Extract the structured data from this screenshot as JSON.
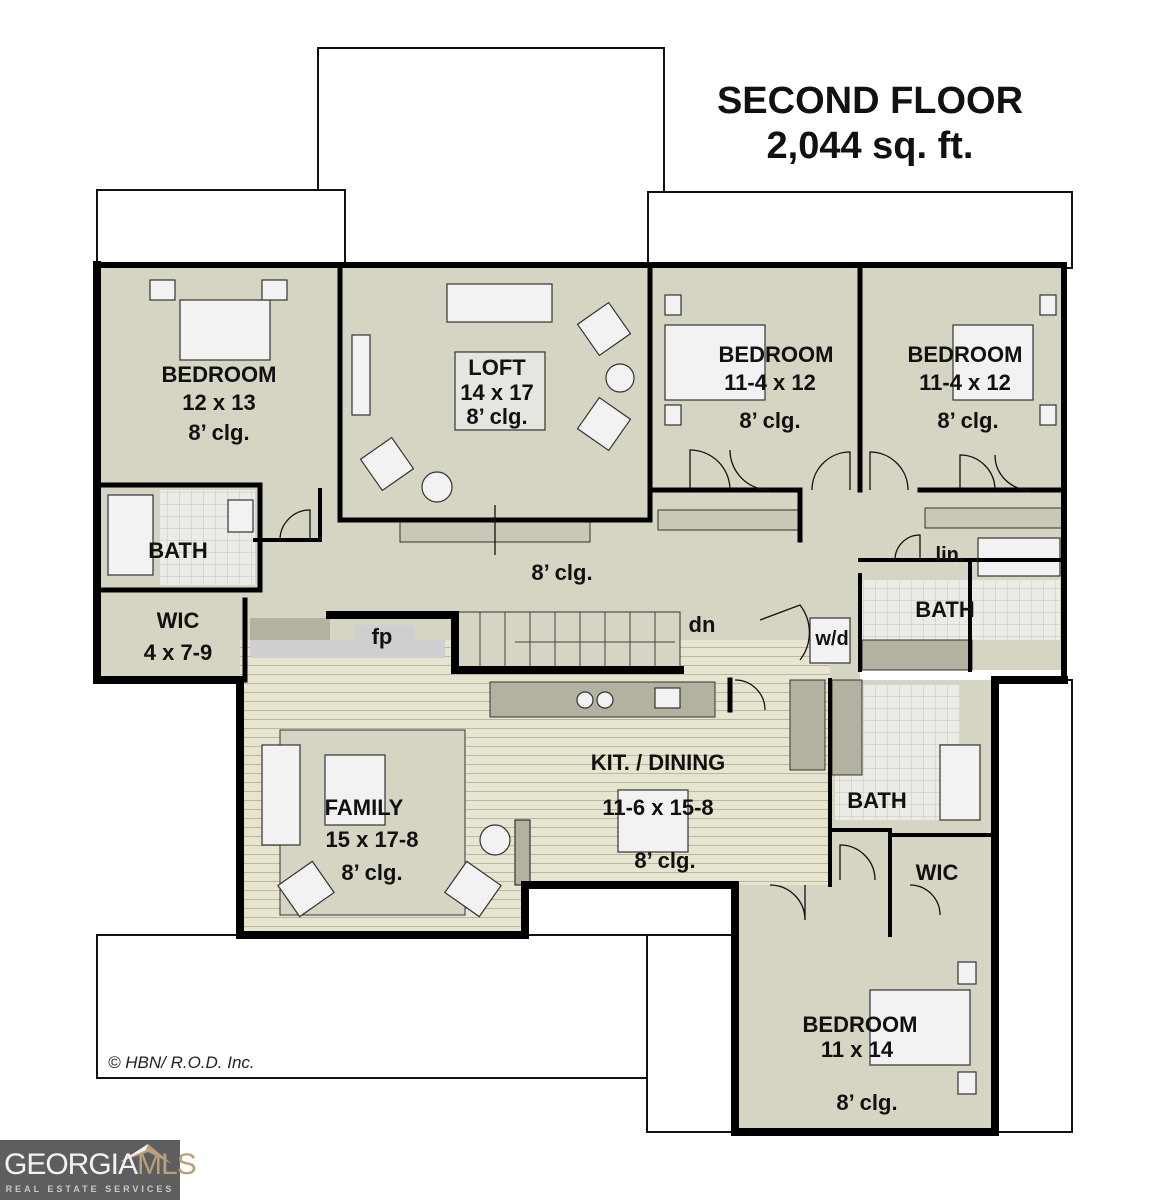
{
  "title": {
    "line1": "SECOND FLOOR",
    "line2": "2,044 sq. ft."
  },
  "colors": {
    "room": "#d6d4c3",
    "hardwood": "#e7e4d0",
    "wall": "#000000",
    "tile": "#e9e9e4",
    "counter": "#b3b19f"
  },
  "rooms": {
    "bedroom_master": {
      "name": "BEDROOM",
      "size": "12 x 13",
      "ceiling": "8’ clg."
    },
    "loft": {
      "name": "LOFT",
      "size": "14 x 17",
      "ceiling": "8’ clg."
    },
    "bedroom_2": {
      "name": "BEDROOM",
      "size": "11-4 x 12",
      "ceiling": "8’ clg."
    },
    "bedroom_3": {
      "name": "BEDROOM",
      "size": "11-4 x 12",
      "ceiling": "8’ clg."
    },
    "bath_left": {
      "name": "BATH"
    },
    "wic_left": {
      "name": "WIC",
      "size": "4 x 7-9"
    },
    "hall": {
      "ceiling": "8’ clg."
    },
    "linen": {
      "name": "lin."
    },
    "bath_upper_right": {
      "name": "BATH"
    },
    "laundry": {
      "name": "w/d"
    },
    "stairs": {
      "label": "dn"
    },
    "fireplace": {
      "name": "fp"
    },
    "kitchen_dining": {
      "name": "KIT. / DINING",
      "size": "11-6 x 15-8",
      "ceiling": "8’ clg."
    },
    "family": {
      "name": "FAMILY",
      "size": "15 x 17-8",
      "ceiling": "8’ clg."
    },
    "bath_right": {
      "name": "BATH"
    },
    "wic_right": {
      "name": "WIC"
    },
    "bedroom_bottom": {
      "name": "BEDROOM",
      "size": "11 x 14",
      "ceiling": "8’ clg."
    }
  },
  "copyright": "© HBN/ R.O.D. Inc.",
  "logo": {
    "part1": "GEORGIA",
    "part2": "MLS",
    "tagline": "REAL ESTATE SERVICES"
  }
}
